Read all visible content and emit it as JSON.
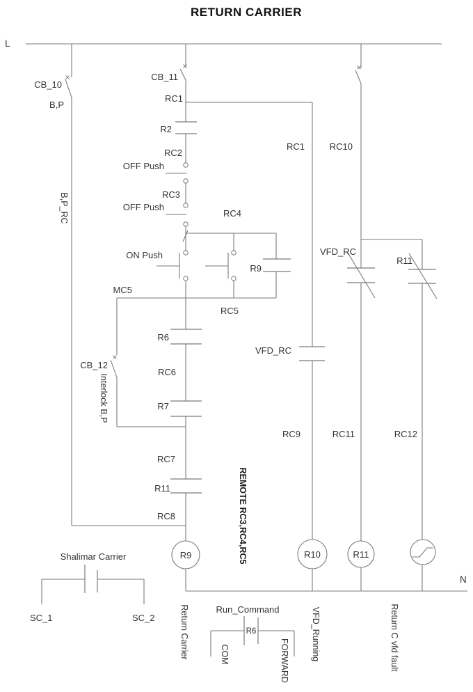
{
  "title": "RETURN CARRIER",
  "rails": {
    "left": "L",
    "neutral": "N"
  },
  "colors": {
    "wire": "#7a7a7a",
    "text": "#333333"
  },
  "labels": {
    "cb10": "CB_10",
    "bp": "B,P",
    "bp_rc": "B,P_RC",
    "cb11": "CB_11",
    "rc1": "RC1",
    "r2": "R2",
    "rc2": "RC2",
    "off_push_1": "OFF Push",
    "rc3": "RC3",
    "off_push_2": "OFF Push",
    "rc4": "RC4",
    "on_push": "ON Push",
    "r9_contact": "R9",
    "mc5": "MC5",
    "rc5": "RC5",
    "r6_contact": "R6",
    "cb12": "CB_12",
    "interlock_bp": "Interlock B,P",
    "rc6": "RC6",
    "r7_contact": "R7",
    "rc7": "RC7",
    "r11_contact": "R11",
    "rc8": "RC8",
    "rc1_branch": "RC1",
    "rc10": "RC10",
    "vfd_rc_nc": "VFD_RC",
    "r11_nc": "R11",
    "vfd_rc_no": "VFD_RC",
    "rc9": "RC9",
    "rc11": "RC11",
    "rc12": "RC12",
    "remote": "REMOTE RC3,RC4,RC5",
    "coil_r9": "R9",
    "coil_r10": "R10",
    "coil_r11": "R11",
    "shalimar": "Shalimar Carrier",
    "sc1": "SC_1",
    "sc2": "SC_2",
    "return_carrier": "Return Carrier",
    "run_command": "Run_Command",
    "r6_bottom": "R6",
    "com": "COM",
    "forward": "FORWARD",
    "vfd_running": "VFD_Running",
    "return_c_vfd_fault": "Return C vfd fault"
  }
}
